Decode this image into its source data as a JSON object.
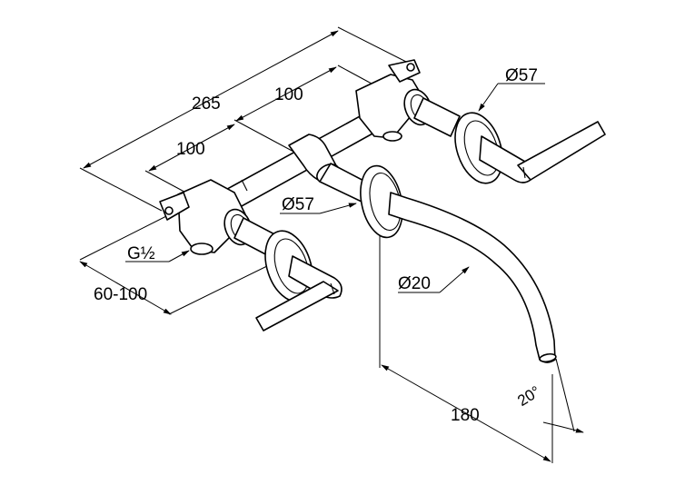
{
  "dimensions": {
    "overall_width": "265",
    "spacing_right": "100",
    "spacing_left": "100",
    "handle_rosette_right": "Ø57",
    "spout_rosette": "Ø57",
    "thread": "G½",
    "wall_depth": "60-100",
    "spout_diameter": "Ø20",
    "spout_projection": "180",
    "spout_angle": "20°"
  }
}
